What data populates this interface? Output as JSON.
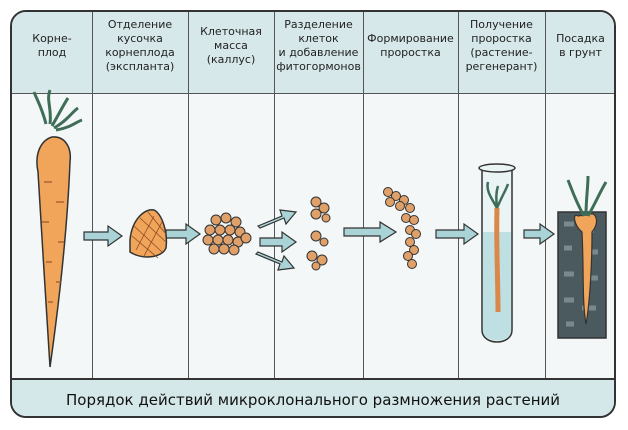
{
  "stages": [
    {
      "label": "Корне-\nплод"
    },
    {
      "label": "Отделение\nкусочка\nкорнеплода\n(экспланта)"
    },
    {
      "label": "Клеточная\nмасса\n(каллус)"
    },
    {
      "label": "Разделение\nклеток\nи добавление\nфитогормонов"
    },
    {
      "label": "Формирование\nпроростка"
    },
    {
      "label": "Получение\nпроростка\n(растение-\nрегенерант)"
    },
    {
      "label": "Посадка\nв грунт"
    }
  ],
  "caption": "Порядок действий микроклонального размножения растений",
  "colors": {
    "header_bg": "#d7e8ea",
    "body_bg": "#f3f7f7",
    "carrot": "#f0a55a",
    "leaf": "#5e9a7e",
    "arrow": "#a9d3d6",
    "cells": "#e0a06a",
    "soil": "#4b5a5e",
    "water": "#bfe0e3"
  }
}
